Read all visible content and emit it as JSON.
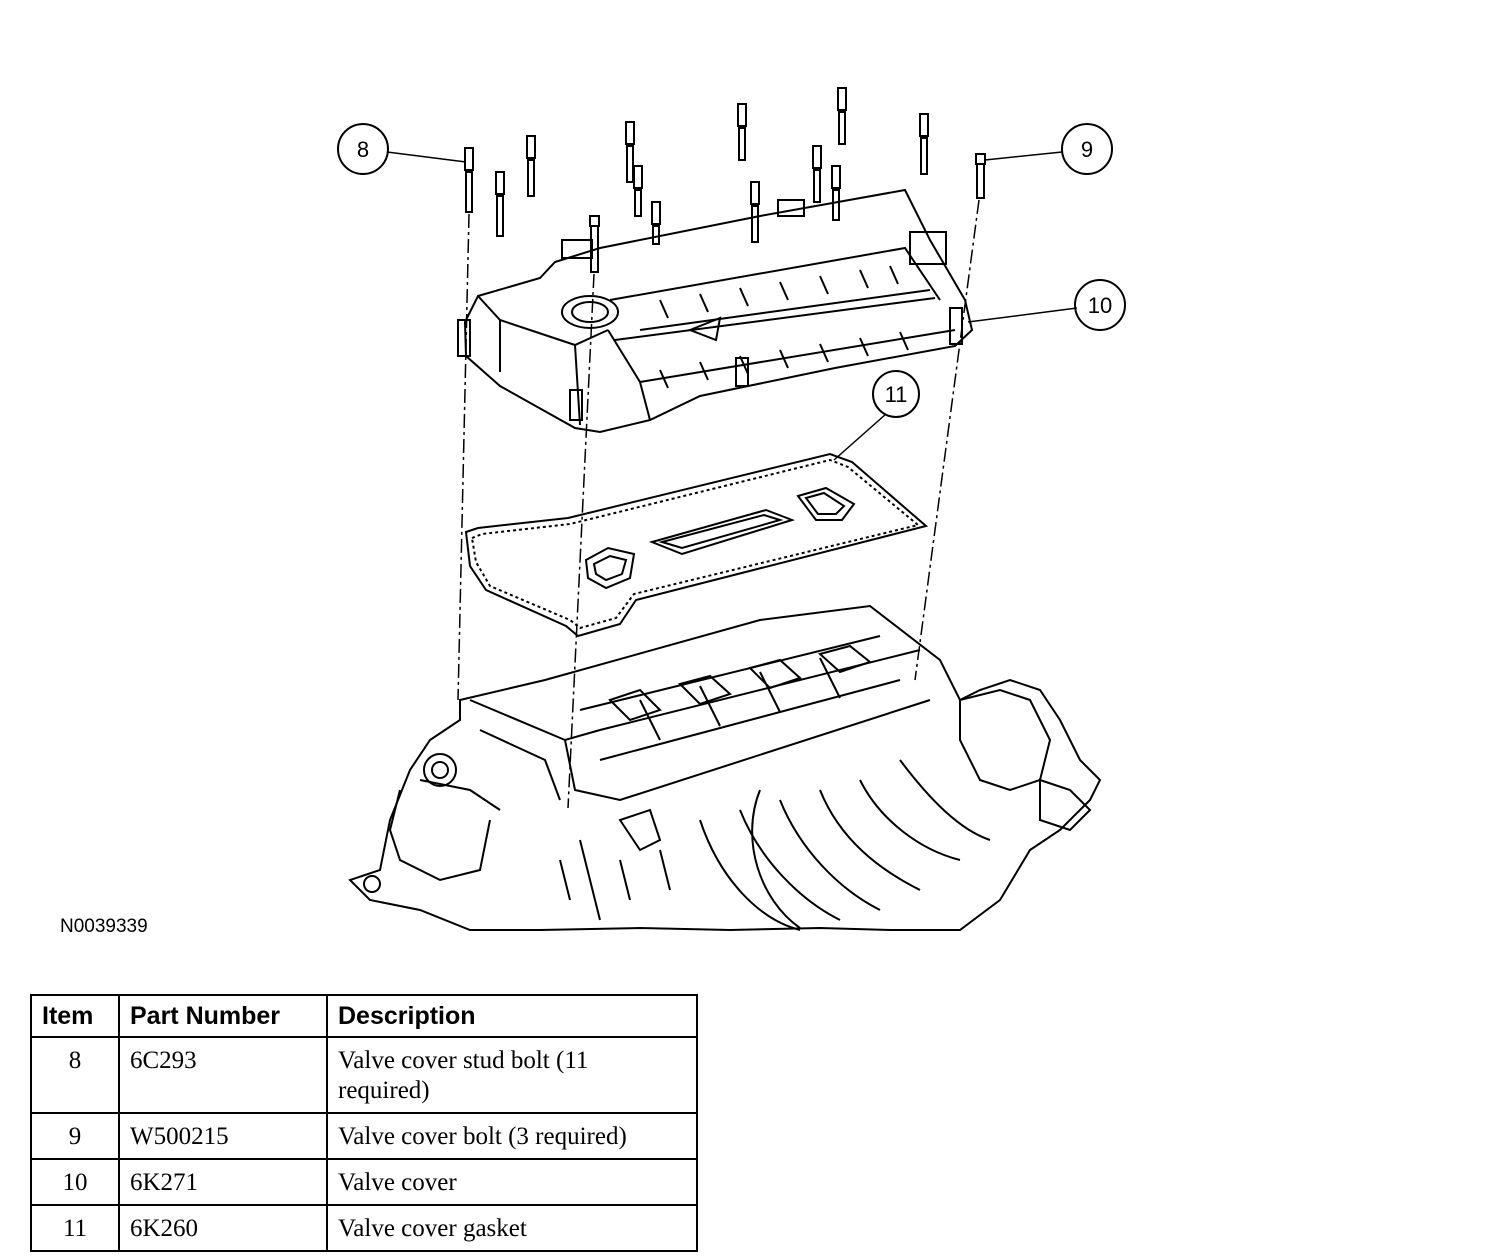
{
  "figure": {
    "callouts": {
      "c8": "8",
      "c9": "9",
      "c10": "10",
      "c11": "11"
    },
    "drawing_id": "N0039339"
  },
  "parts_table": {
    "headers": {
      "item": "Item",
      "part_number": "Part Number",
      "description": "Description"
    },
    "rows": [
      {
        "item": "8",
        "part_number": "6C293",
        "description": "Valve cover stud bolt (11 required)"
      },
      {
        "item": "9",
        "part_number": "W500215",
        "description": "Valve cover bolt (3 required)"
      },
      {
        "item": "10",
        "part_number": "6K271",
        "description": "Valve cover"
      },
      {
        "item": "11",
        "part_number": "6K260",
        "description": "Valve cover gasket"
      }
    ]
  }
}
